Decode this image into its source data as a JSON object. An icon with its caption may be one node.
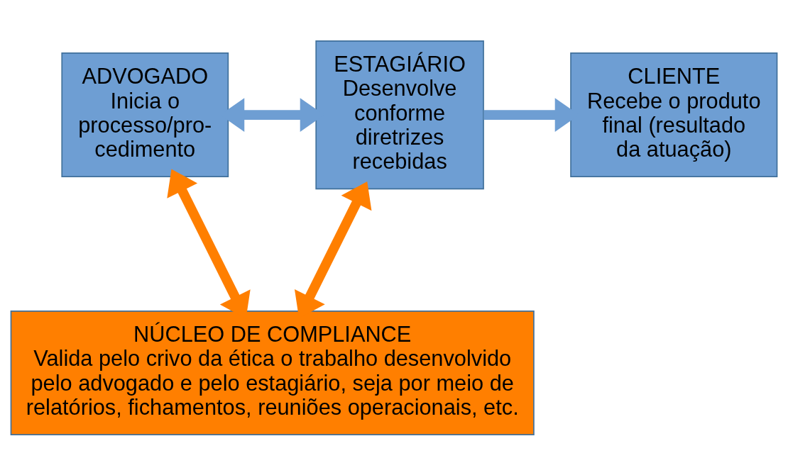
{
  "diagram": {
    "nodes": [
      {
        "text": [
          "ADVOGADO",
          "Inicia o processo/pro- cedimento"
        ]
      },
      {
        "text": [
          "ESTAGIÁRIO",
          "Desenvolve conforme diretrizes recebidas"
        ]
      },
      {
        "text": [
          "CLIENTE",
          "Recebe o produto final (resultado da atuação)"
        ]
      },
      {
        "text": [
          "NÚCLEO DE COMPLIANCE",
          "Valida pelo crivo da ética o trabalho desenvolvido pelo advogado e pelo estagiário, seja por meio de relatórios, fichamentos, reuniões operacionais, etc."
        ]
      }
    ],
    "edges": [
      {
        "from": 0,
        "to": 1,
        "arrow": "both",
        "color": "#6e9ed3"
      },
      {
        "from": 1,
        "to": 2,
        "arrow": "to",
        "color": "#6e9ed3"
      },
      {
        "from": 0,
        "to": 3,
        "arrow": "both",
        "color": "#ff7f00"
      },
      {
        "from": 1,
        "to": 3,
        "arrow": "both",
        "color": "#ff7f00"
      }
    ]
  }
}
